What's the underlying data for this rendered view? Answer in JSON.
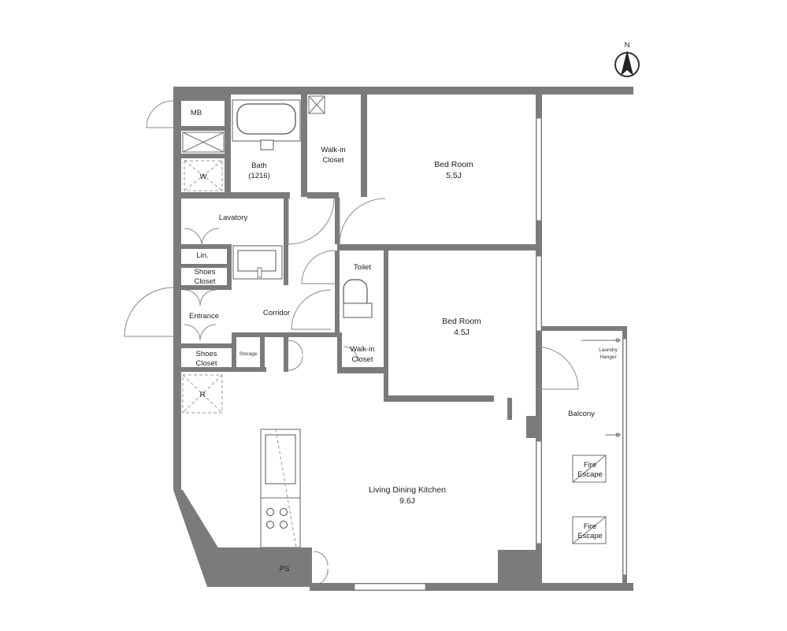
{
  "compass": {
    "label": "N"
  },
  "rooms": {
    "mb": "MB",
    "bath": "Bath",
    "bath_size": "(1216)",
    "walkin_closet_1_line1": "Walk-in",
    "walkin_closet_1_line2": "Closet",
    "bedroom_1": "Bed Room",
    "bedroom_1_size": "5.5J",
    "washer": "W",
    "lavatory": "Lavatory",
    "linen": "Lin.",
    "shoes_closet_1_line1": "Shoes",
    "shoes_closet_1_line2": "Closet",
    "toilet": "Toilet",
    "corridor": "Corridor",
    "entrance": "Entrance",
    "bedroom_2": "Bed Room",
    "bedroom_2_size": "4.5J",
    "shoes_closet_2_line1": "Shoes",
    "shoes_closet_2_line2": "Closet",
    "storage": "Storage",
    "walkin_closet_2_line1": "Walk-in",
    "walkin_closet_2_line2": "Closet",
    "refrigerator": "R",
    "laundry_hanger_line1": "Laundry",
    "laundry_hanger_line2": "Hanger",
    "balcony": "Balcony",
    "fire_escape_1_line1": "Fire",
    "fire_escape_1_line2": "Escape",
    "fire_escape_2_line1": "Fire",
    "fire_escape_2_line2": "Escape",
    "ldk": "Living Dining Kitchen",
    "ldk_size": "9.6J",
    "ps": "PS"
  }
}
